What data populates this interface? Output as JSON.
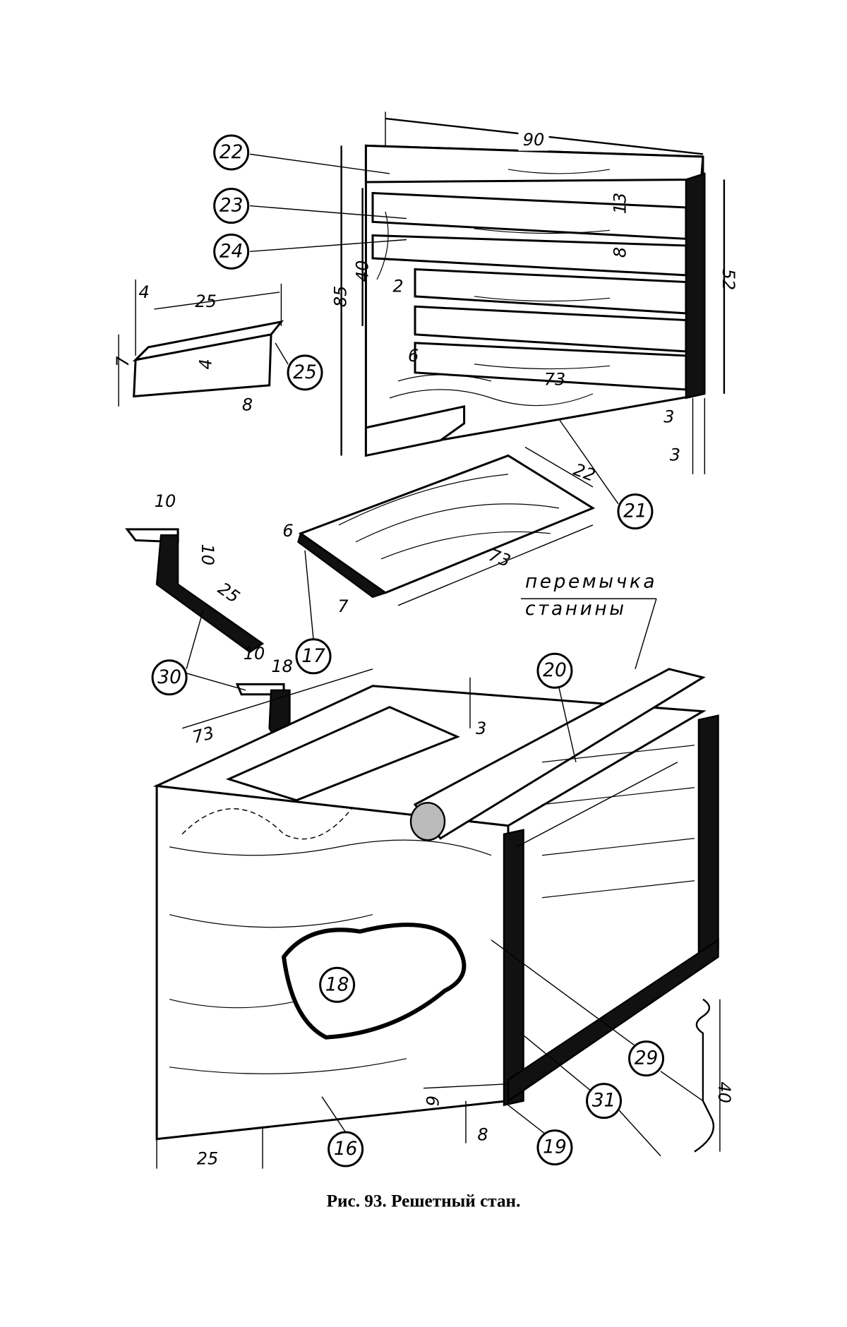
{
  "caption": "Рис. 93. Решетный стан.",
  "callouts": [
    "22",
    "23",
    "24",
    "25",
    "21",
    "17",
    "30",
    "20",
    "18",
    "29",
    "31",
    "19",
    "16"
  ],
  "dimensions": {
    "frame_width": "90",
    "frame_height": "85",
    "frame_side": "52",
    "inner": "40",
    "slat_top": "13",
    "slat": "8",
    "gap": "2",
    "bottom_gap": "6",
    "bottom_len": "73",
    "edge_a": "3",
    "edge_b": "3",
    "strip_a": "4",
    "strip_len": "25",
    "strip_h": "7",
    "strip_b": "4",
    "strip_c": "8",
    "bracket_a": "10",
    "bracket_b": "10",
    "bracket_len": "25",
    "bracket_c": "10",
    "bracket_d": "18",
    "board_w": "22",
    "board_len": "73",
    "board_t": "6",
    "board_e": "7",
    "box_len": "73",
    "box_gap": "3",
    "box_h": "6",
    "box_w": "8",
    "hook_len": "40",
    "box_base": "25"
  },
  "note": {
    "line1": "перемычка",
    "line2": "станины"
  }
}
